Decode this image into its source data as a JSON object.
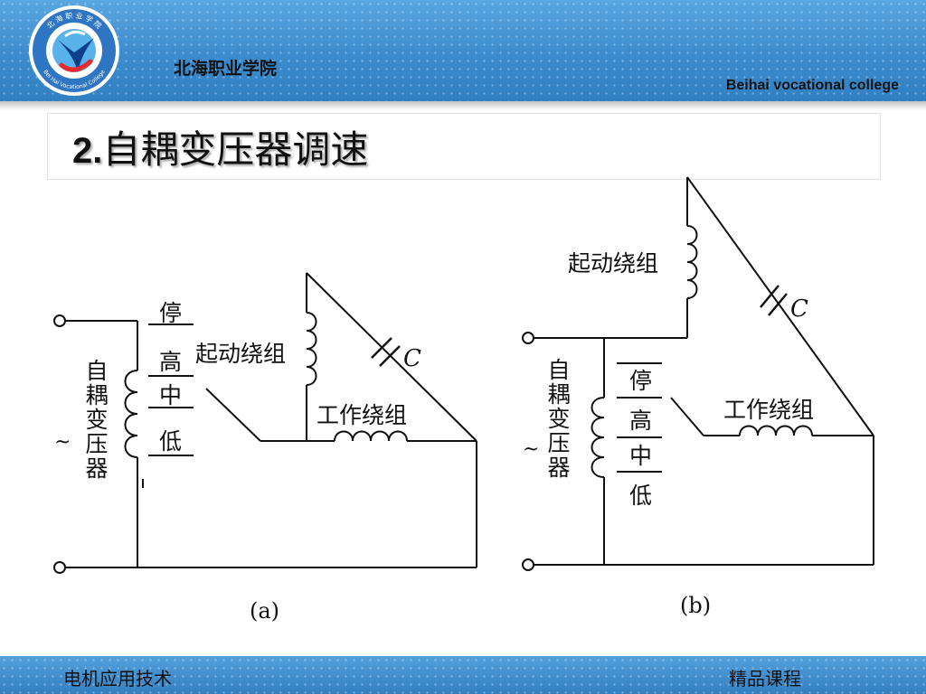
{
  "header": {
    "school_name_cn": "北海职业学院",
    "school_name_en": "Beihai vocational college",
    "logo_text_top": "北 海 职 业 学 院",
    "logo_text_bottom": "Bei Hai Vocational College"
  },
  "slide": {
    "title_number": "2.",
    "title_text": "自耦变压器调速"
  },
  "diagram": {
    "a": {
      "transformer_label": "自耦变压器",
      "speed_stop": "停",
      "speed_high": "高",
      "speed_mid": "中",
      "speed_low": "低",
      "start_winding": "起动绕组",
      "work_winding": "工作绕组",
      "capacitor": "C",
      "ac_symbol": "~",
      "caption": "(a)"
    },
    "b": {
      "transformer_label": "自耦变压器",
      "speed_stop": "停",
      "speed_high": "高",
      "speed_mid": "中",
      "speed_low": "低",
      "start_winding": "起动绕组",
      "work_winding": "工作绕组",
      "capacitor": "C",
      "ac_symbol": "~",
      "caption": "(b)"
    }
  },
  "footer": {
    "left": "电机应用技术",
    "right": "精品课程"
  }
}
